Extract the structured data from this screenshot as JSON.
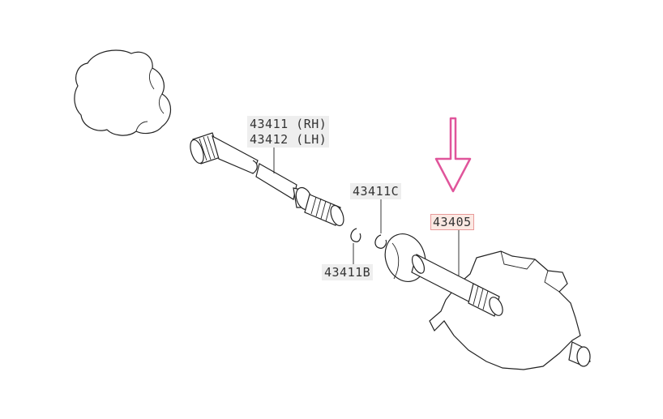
{
  "parts": {
    "shaft_rh": "43411 (RH)",
    "shaft_lh": "43412 (LH)",
    "snap_ring_c": "43411C",
    "snap_ring_b": "43411B",
    "inner_shaft": "43405"
  },
  "colors": {
    "arrow": "#e0559b",
    "highlight_border": "#e89a9a",
    "highlight_fill": "#fbe9e3",
    "label_bg": "#eeeeee",
    "line": "#222222"
  }
}
